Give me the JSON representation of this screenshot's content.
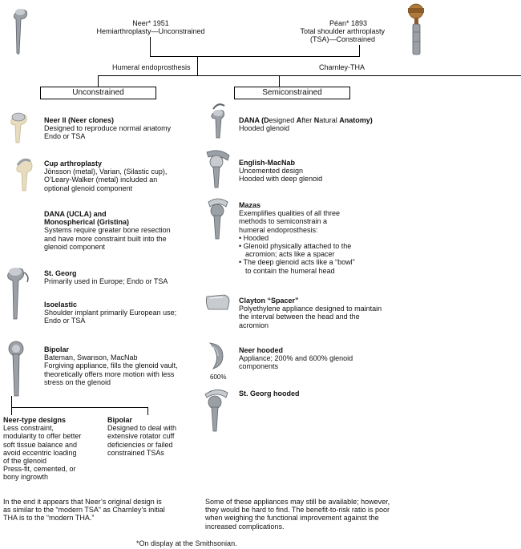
{
  "top": {
    "neer_title": "Neer* 1951",
    "neer_sub": "Hemiarthroplasty—Unconstrained",
    "pean_title": "Péan* 1893",
    "pean_sub1": "Total shoulder arthroplasty",
    "pean_sub2": "(TSA)—Constrained",
    "humeral": "Humeral endoprosthesis",
    "charnley": "Charnley-THA"
  },
  "headers": {
    "unconstrained": "Unconstrained",
    "semiconstrained": "Semiconstrained"
  },
  "left": [
    {
      "title": "Neer II (Neer clones)",
      "lines": [
        "Designed to reproduce normal anatomy",
        "Endo or TSA"
      ]
    },
    {
      "title": "Cup arthroplasty",
      "lines": [
        "Jönsson (metal), Varian, (Silastic cup),",
        "O’Leary-Walker (metal) included an",
        "optional glenoid component"
      ]
    },
    {
      "title": "DANA (UCLA) and",
      "title2": "Monospherical (Gristina)",
      "lines": [
        "Systems require greater bone resection",
        "and have more constraint built into the",
        "glenoid component"
      ]
    },
    {
      "title": "St. Georg",
      "lines": [
        "Primarily used in Europe; Endo or TSA"
      ]
    },
    {
      "title": "Isoelastic",
      "lines": [
        "Shoulder implant primarily European use;",
        "Endo or TSA"
      ]
    },
    {
      "title": "Bipolar",
      "lines": [
        "Bateman, Swanson, MacNab",
        "Forgiving appliance, fills the glenoid vault,",
        "theoretically offers more motion with less",
        "stress on the glenoid"
      ]
    }
  ],
  "sub": {
    "neer_type": {
      "title": "Neer-type designs",
      "lines": [
        "Less constraint,",
        "modularity to offer better",
        "soft tissue balance and",
        "avoid eccentric loading",
        "of the glenoid",
        "Press-fit, cemented, or",
        "bony ingrowth"
      ]
    },
    "bipolar": {
      "title": "Bipolar",
      "lines": [
        "Designed to deal with",
        "extensive rotator cuff",
        "deficiencies or failed",
        "constrained TSAs"
      ]
    }
  },
  "right": {
    "dana": {
      "title_parts": [
        "DANA (",
        "D",
        "esigned ",
        "A",
        "fter ",
        "N",
        "atural ",
        "A",
        "natomy)"
      ],
      "lines": [
        "Hooded glenoid"
      ]
    },
    "english": {
      "title": "English-MacNab",
      "lines": [
        "Uncemented design",
        "Hooded with deep glenoid"
      ]
    },
    "mazas": {
      "title": "Mazas",
      "lines": [
        "Exemplifies qualities of all three",
        "methods to semiconstrain a",
        "humeral endoprosthesis:"
      ],
      "bullets": [
        [
          "Hooded"
        ],
        [
          "Glenoid physically attached to the",
          "acromion; acts like a spacer"
        ],
        [
          "The deep glenoid acts like a “bowl”",
          "to contain the humeral head"
        ]
      ]
    },
    "clayton": {
      "title": "Clayton “Spacer”",
      "lines": [
        "Polyethylene appliance designed to maintain",
        "the interval between the head and the",
        "acromion"
      ]
    },
    "neer_hooded": {
      "title": "Neer hooded",
      "lines": [
        "Appliance; 200% and 600% glenoid",
        "components"
      ],
      "icon_label": "600%"
    },
    "st_georg_hooded": {
      "title": "St. Georg hooded"
    }
  },
  "bottom": {
    "left": [
      "In the end it appears that Neer’s original design is",
      "as similar to the “modern TSA” as Charnley’s initial",
      "THA is to the “modern THA.”"
    ],
    "right": [
      "Some of these appliances may still be available; however,",
      "they would be hard to find. The benefit-to-risk ratio is poor",
      "when weighing the functional improvement against the",
      "increased complications."
    ],
    "footnote": "*On display at the Smithsonian."
  },
  "colors": {
    "metal": "#9aa0a6",
    "metal_dark": "#5d6368",
    "bone": "#e7dcc0",
    "bone_dark": "#c9b98e",
    "bronze": "#b07a3a"
  }
}
